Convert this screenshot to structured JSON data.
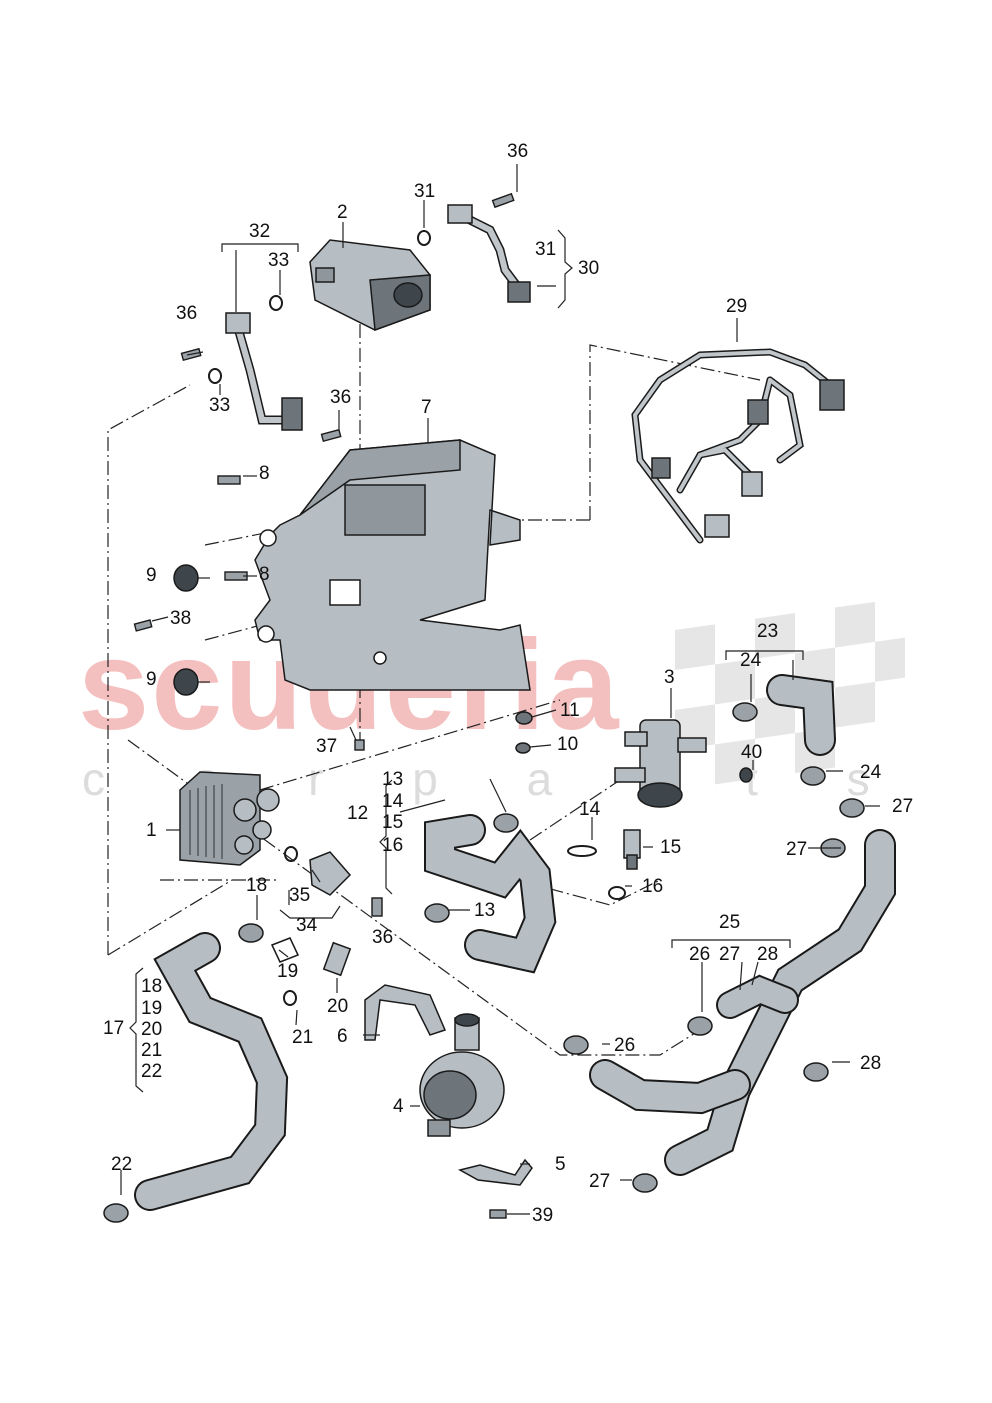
{
  "watermark": {
    "brand": "scuderia",
    "sub": "c a r   p a r t s",
    "color": "#f3b4b4"
  },
  "callouts": {
    "n1": "1",
    "n2": "2",
    "n3": "3",
    "n4": "4",
    "n5": "5",
    "n6": "6",
    "n7": "7",
    "n8a": "8",
    "n8b": "8",
    "n9a": "9",
    "n9b": "9",
    "n10": "10",
    "n11": "11",
    "n12": "12",
    "n13a": "13",
    "n13b": "13",
    "n14a": "14",
    "n14b": "14",
    "n15a": "15",
    "n15b": "15",
    "n16a": "16",
    "n16b": "16",
    "n17": "17",
    "n18a": "18",
    "n18b": "18",
    "n19a": "19",
    "n19b": "19",
    "n20a": "20",
    "n20b": "20",
    "n21a": "21",
    "n21b": "21",
    "n22a": "22",
    "n22b": "22",
    "n23": "23",
    "n24a": "24",
    "n24b": "24",
    "n25": "25",
    "n26a": "26",
    "n26b": "26",
    "n27a": "27",
    "n27b": "27",
    "n27c": "27",
    "n27d": "27",
    "n28a": "28",
    "n28b": "28",
    "n29": "29",
    "n30": "30",
    "n31a": "31",
    "n31b": "31",
    "n32": "32",
    "n33a": "33",
    "n33b": "33",
    "n34": "34",
    "n35": "35",
    "n36a": "36",
    "n36b": "36",
    "n36c": "36",
    "n36d": "36",
    "n37": "37",
    "n38": "38",
    "n39": "39",
    "n40": "40"
  },
  "colors": {
    "part_fill": "#b7bec3",
    "part_dark": "#6d757b",
    "outline": "#1a1a1a",
    "line": "#222222"
  }
}
